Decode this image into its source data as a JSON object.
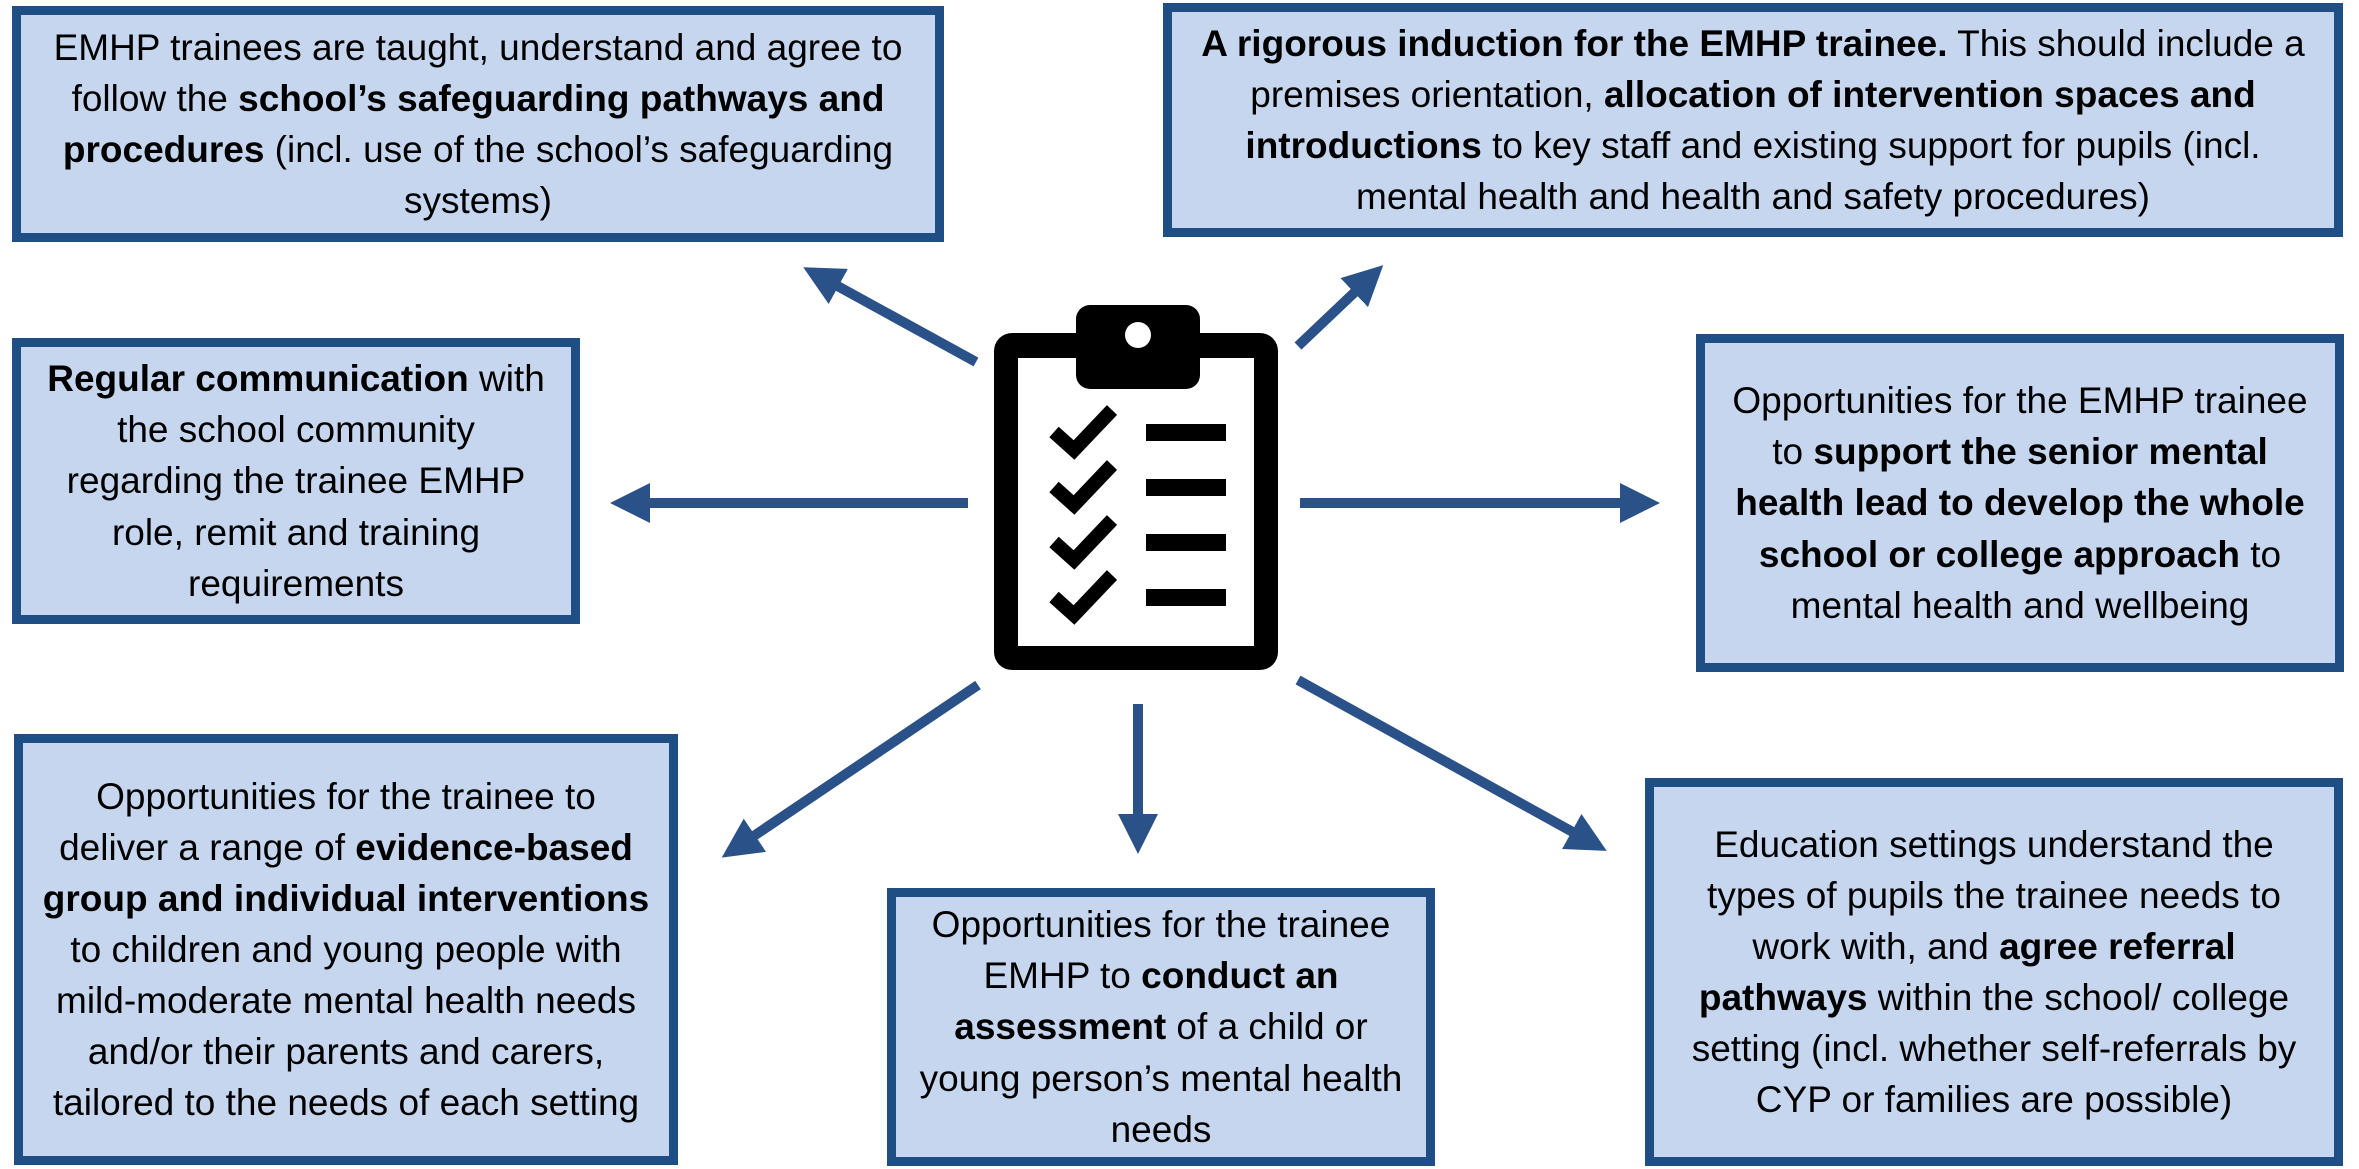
{
  "boxes": {
    "safeguarding": [
      {
        "text": "EMHP trainees are taught, understand and agree to follow the ",
        "bold": false
      },
      {
        "text": "school’s safeguarding pathways and procedures",
        "bold": true
      },
      {
        "text": " (incl. use of the school’s safeguarding systems)",
        "bold": false
      }
    ],
    "induction": [
      {
        "text": "A rigorous induction for the EMHP trainee.",
        "bold": true
      },
      {
        "text": " This should include a premises orientation, ",
        "bold": false
      },
      {
        "text": "allocation of intervention spaces and introductions",
        "bold": true
      },
      {
        "text": " to key staff and existing support for pupils (incl. mental health and health and safety procedures)",
        "bold": false
      }
    ],
    "communication": [
      {
        "text": "Regular communication",
        "bold": true
      },
      {
        "text": " with the school community regarding the trainee EMHP role, remit and training requirements",
        "bold": false
      }
    ],
    "senior_lead": [
      {
        "text": "Opportunities for the EMHP trainee to ",
        "bold": false
      },
      {
        "text": "support the senior mental health lead to develop the whole school or college approach",
        "bold": true
      },
      {
        "text": " to mental health and wellbeing",
        "bold": false
      }
    ],
    "interventions": [
      {
        "text": "Opportunities for the trainee to deliver a range of ",
        "bold": false
      },
      {
        "text": "evidence-based group and individual interventions",
        "bold": true
      },
      {
        "text": " to children and young people with mild-moderate mental health needs and/or their parents and carers, tailored to the needs of each setting",
        "bold": false
      }
    ],
    "assessment": [
      {
        "text": "Opportunities for the trainee EMHP to ",
        "bold": false
      },
      {
        "text": "conduct an assessment",
        "bold": true
      },
      {
        "text": " of a child or young person’s mental health needs",
        "bold": false
      }
    ],
    "referral": [
      {
        "text": "Education settings understand the types of pupils the trainee needs to work with, and ",
        "bold": false
      },
      {
        "text": "agree referral pathways",
        "bold": true
      },
      {
        "text": " within the school/ college setting (incl. whether self-referrals by CYP or families are possible)",
        "bold": false
      }
    ]
  },
  "icons": {
    "center": "clipboard-checklist-icon",
    "arrows": "arrow-icon"
  },
  "colors": {
    "box_fill": "#c5d6ee",
    "box_border": "#1f4e84",
    "arrow": "#2a5288",
    "icon": "#000000"
  }
}
